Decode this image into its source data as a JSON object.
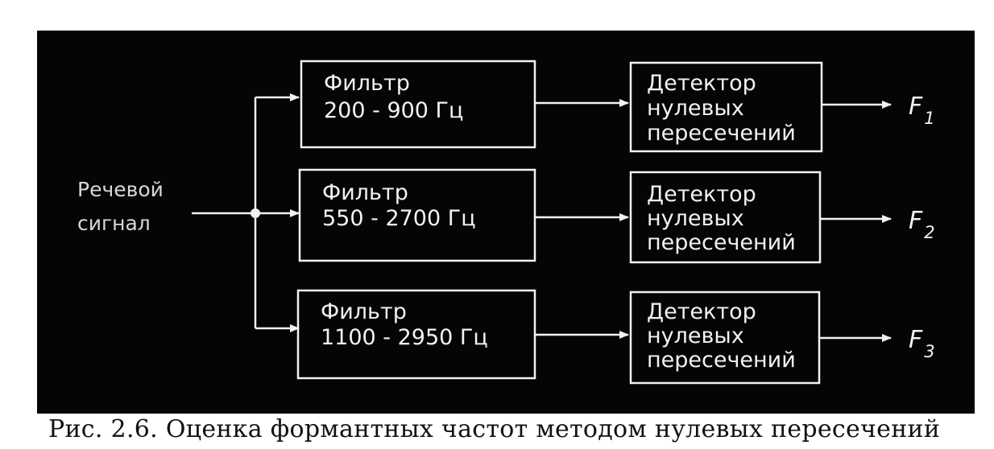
{
  "diagram": {
    "input_label": [
      "Речевой",
      "сигнал"
    ],
    "filters": [
      {
        "line1": "Фильтр",
        "line2": "200 - 900 Гц"
      },
      {
        "line1": "Фильтр",
        "line2": "550 - 2700 Гц"
      },
      {
        "line1": "Фильтр",
        "line2": "1100 - 2950 Гц"
      }
    ],
    "detectors": [
      [
        "Детектор",
        "нулевых",
        "пересечений"
      ],
      [
        "Детектор",
        "нулевых",
        "пересечений"
      ],
      [
        "Детектор",
        "нулевых",
        "пересечений"
      ]
    ],
    "outputs": [
      {
        "symbol": "F",
        "sub": "1"
      },
      {
        "symbol": "F",
        "sub": "2"
      },
      {
        "symbol": "F",
        "sub": "3"
      }
    ],
    "colors": {
      "panel": "#050505",
      "stroke": "#f2f2f2",
      "text": "#f2f2f2"
    }
  },
  "caption": "Рис. 2.6. Оценка формантных частот методом нулевых пересечений"
}
